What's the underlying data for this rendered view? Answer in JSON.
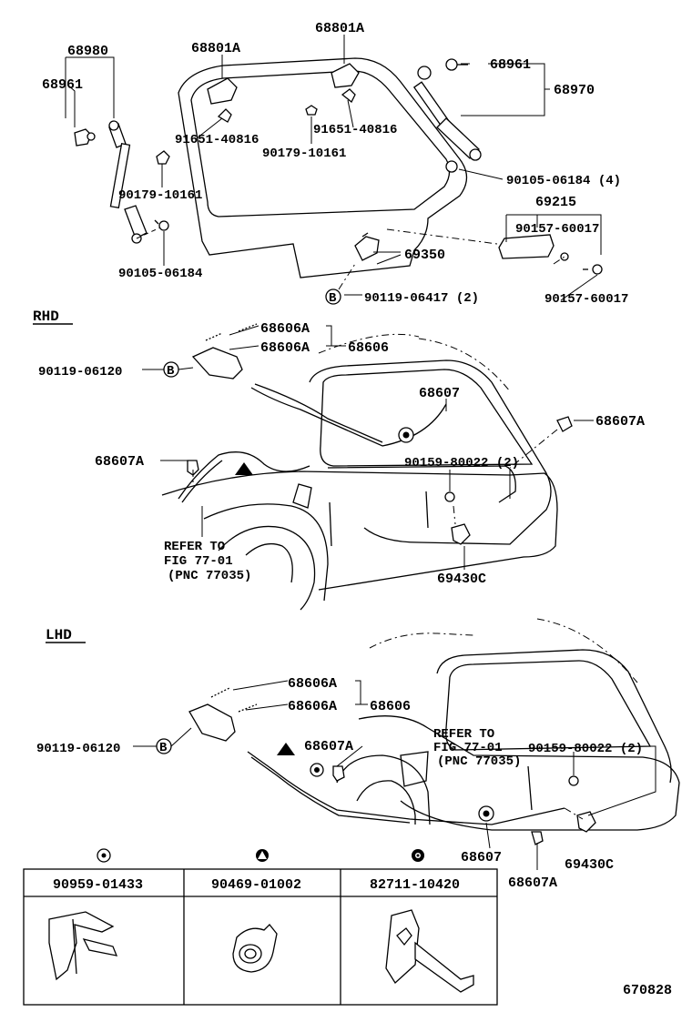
{
  "top": {
    "labels": {
      "p68980": "68980",
      "p68961_left": "68961",
      "p68801A_a": "68801A",
      "p68801A_b": "68801A",
      "p68961_right": "68961",
      "p68970": "68970",
      "p91651_a": "91651-40816",
      "p91651_b": "91651-40816",
      "p90179_a": "90179-10161",
      "p90179_b": "90179-10161",
      "p90105_a": "90105-06184",
      "p90105_b": "90105-06184 (4)",
      "p69215": "69215",
      "p90157_a": "90157-60017",
      "p90157_b": "90157-60017",
      "p69350": "69350",
      "p90119": "90119-06417 (2)"
    }
  },
  "rhd": {
    "header": "RHD",
    "labels": {
      "p68606A_a": "68606A",
      "p68606A_b": "68606A",
      "p68606": "68606",
      "p90119": "90119-06120",
      "p68607": "68607",
      "p68607A_right": "68607A",
      "p68607A_left": "68607A",
      "p90159": "90159-80022 (2)",
      "refer1": "REFER TO",
      "refer2": "FIG 77-01",
      "refer3": "(PNC 77035)",
      "p69430C": "69430C"
    }
  },
  "lhd": {
    "header": "LHD",
    "labels": {
      "p68606A_a": "68606A",
      "p68606A_b": "68606A",
      "p68606": "68606",
      "p90119": "90119-06120",
      "p68607A_mid": "68607A",
      "refer1": "REFER TO",
      "refer2": "FIG 77-01",
      "refer3": "(PNC 77035)",
      "p90159": "90159-80022 (2)",
      "p69430C": "69430C",
      "p68607": "68607",
      "p68607A_bottom": "68607A"
    }
  },
  "symbols": {
    "b_letter": "B"
  },
  "legend": {
    "columns": [
      {
        "symbol": "clip-symbol",
        "part": "90959-01433"
      },
      {
        "symbol": "triangle-symbol",
        "part": "90469-01002"
      },
      {
        "symbol": "dot-symbol",
        "part": "82711-10420"
      }
    ]
  },
  "figure_number": "670828"
}
